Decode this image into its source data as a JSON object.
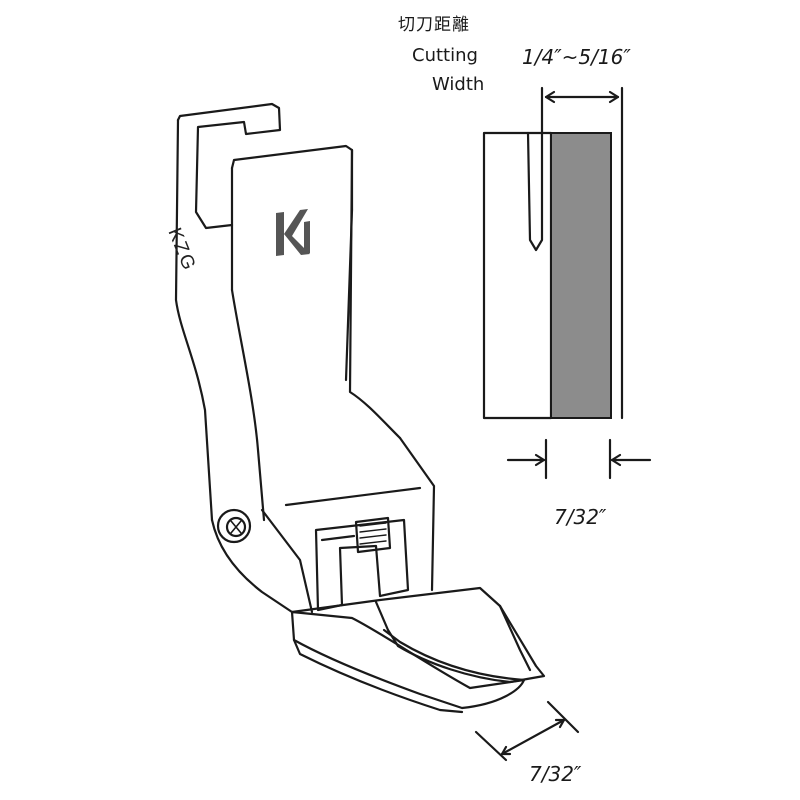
{
  "labels": {
    "cutting_width_zh": "切刀距離",
    "cutting_line1": "Cutting",
    "cutting_line2": "Width",
    "cutting_range": "1/4″~5/16″",
    "blade_gap": "7/32″",
    "toe_gap": "7/32″",
    "model_stamp": "KZG"
  },
  "icons": {
    "logo": "kh-logo-icon",
    "screw": "screw-icon"
  },
  "colors": {
    "line": "#1a1a1a",
    "blade_fill": "#8c8c8c",
    "logo_fill": "#555555"
  }
}
